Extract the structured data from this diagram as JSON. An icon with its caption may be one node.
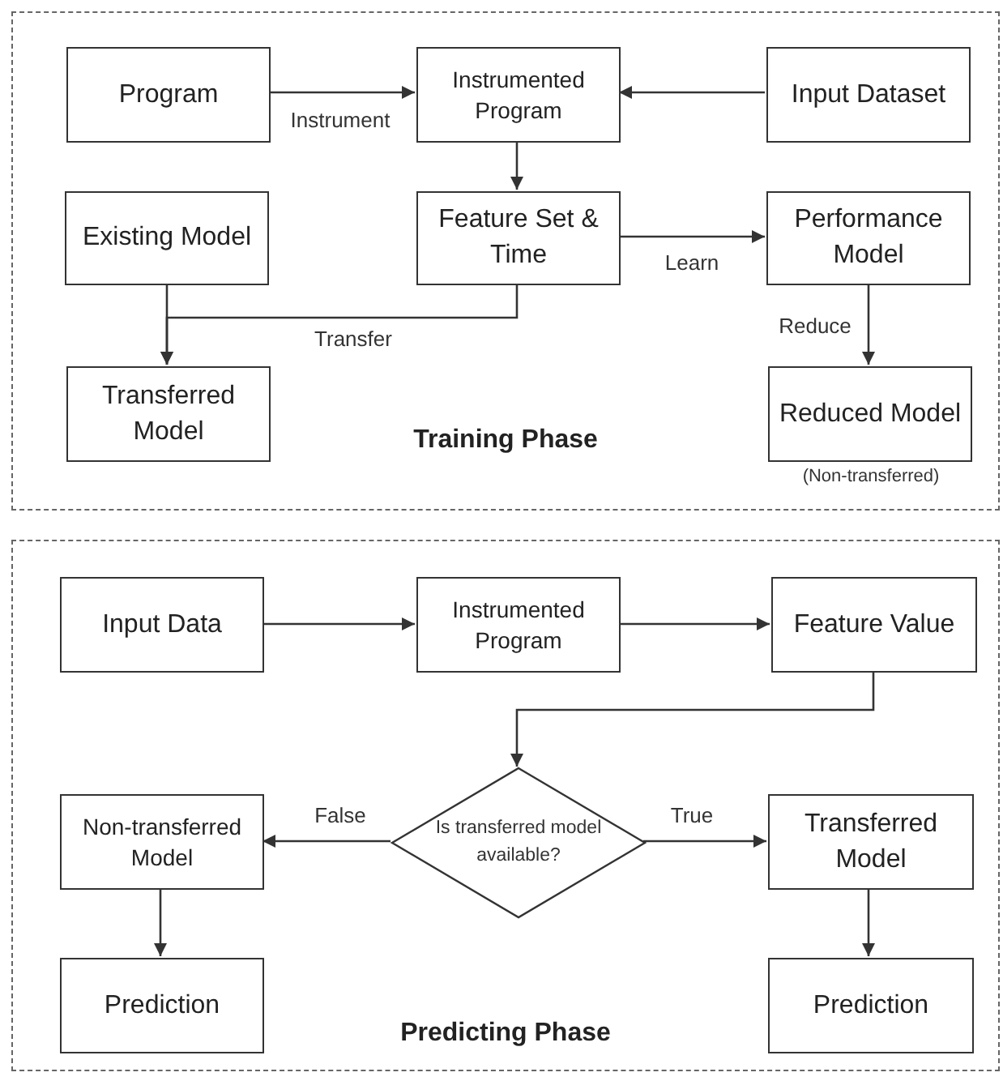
{
  "diagram": {
    "nodes": [
      {
        "text": [
          "Training Phase"
        ]
      },
      {
        "text": [
          "Program"
        ],
        "in": 0
      },
      {
        "text": [
          "Instrumented Program"
        ],
        "in": 0
      },
      {
        "text": [
          "Input Dataset"
        ],
        "in": 0
      },
      {
        "text": [
          "Existing Model"
        ],
        "in": 0
      },
      {
        "text": [
          "Feature Set & Time"
        ],
        "in": 0
      },
      {
        "text": [
          "Performance Model"
        ],
        "in": 0
      },
      {
        "text": [
          "Transferred Model"
        ],
        "in": 0
      },
      {
        "text": [
          "Reduced Model"
        ],
        "in": 0,
        "beside": [
          "(Non-transferred)"
        ]
      },
      {
        "text": [
          "Predicting Phase"
        ]
      },
      {
        "text": [
          "Input Data"
        ],
        "in": 9
      },
      {
        "text": [
          "Instrumented Program"
        ],
        "in": 9
      },
      {
        "text": [
          "Feature Value"
        ],
        "in": 9
      },
      {
        "text": [
          "Is transferred model available?"
        ],
        "in": 9
      },
      {
        "text": [
          "Non-transferred Model"
        ],
        "in": 9
      },
      {
        "text": [
          "Transferred Model"
        ],
        "in": 9
      },
      {
        "text": [
          "Prediction"
        ],
        "in": 9
      },
      {
        "text": [
          "Prediction"
        ],
        "in": 9
      }
    ],
    "edges": [
      {
        "from": 1,
        "to": 2,
        "arrow": "to",
        "label": "Instrument"
      },
      {
        "from": 3,
        "to": 2,
        "arrow": "to"
      },
      {
        "from": 2,
        "to": 5,
        "arrow": "to"
      },
      {
        "from": 5,
        "to": 6,
        "arrow": "to",
        "label": "Learn"
      },
      {
        "from": 4,
        "to": 7,
        "arrow": "to"
      },
      {
        "from": 5,
        "to": 7,
        "arrow": "to",
        "label": "Transfer"
      },
      {
        "from": 6,
        "to": 8,
        "arrow": "to",
        "label": "Reduce"
      },
      {
        "from": 10,
        "to": 11,
        "arrow": "to"
      },
      {
        "from": 11,
        "to": 12,
        "arrow": "to"
      },
      {
        "from": 12,
        "to": 13,
        "arrow": "to"
      },
      {
        "from": 13,
        "to": 14,
        "arrow": "to",
        "label": "False"
      },
      {
        "from": 13,
        "to": 15,
        "arrow": "to",
        "label": "True"
      },
      {
        "from": 14,
        "to": 16,
        "arrow": "to"
      },
      {
        "from": 15,
        "to": 17,
        "arrow": "to"
      }
    ]
  }
}
